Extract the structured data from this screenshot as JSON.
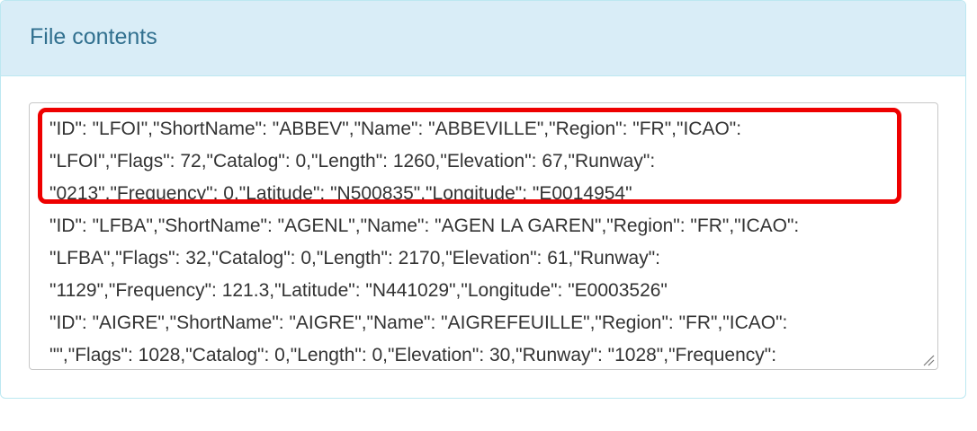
{
  "panel": {
    "title": "File contents"
  },
  "textarea": {
    "lines": [
      "\"ID\": \"LFOI\",\"ShortName\": \"ABBEV\",\"Name\": \"ABBEVILLE\",\"Region\": \"FR\",\"ICAO\":",
      "\"LFOI\",\"Flags\": 72,\"Catalog\": 0,\"Length\": 1260,\"Elevation\": 67,\"Runway\":",
      "\"0213\",\"Frequency\": 0,\"Latitude\": \"N500835\",\"Longitude\": \"E0014954\"",
      "\"ID\": \"LFBA\",\"ShortName\": \"AGENL\",\"Name\": \"AGEN LA GAREN\",\"Region\": \"FR\",\"ICAO\":",
      "\"LFBA\",\"Flags\": 32,\"Catalog\": 0,\"Length\": 2170,\"Elevation\": 61,\"Runway\":",
      "\"1129\",\"Frequency\": 121.3,\"Latitude\": \"N441029\",\"Longitude\": \"E0003526\"",
      "\"ID\": \"AIGRE\",\"ShortName\": \"AIGRE\",\"Name\": \"AIGREFEUILLE\",\"Region\": \"FR\",\"ICAO\":",
      "\"\",\"Flags\": 1028,\"Catalog\": 0,\"Length\": 0,\"Elevation\": 30,\"Runway\": \"1028\",\"Frequency\":"
    ]
  },
  "colors": {
    "heading_bg": "#d9edf7",
    "heading_text": "#31708f",
    "panel_border": "#bce8f1",
    "highlight": "#ee0000"
  }
}
